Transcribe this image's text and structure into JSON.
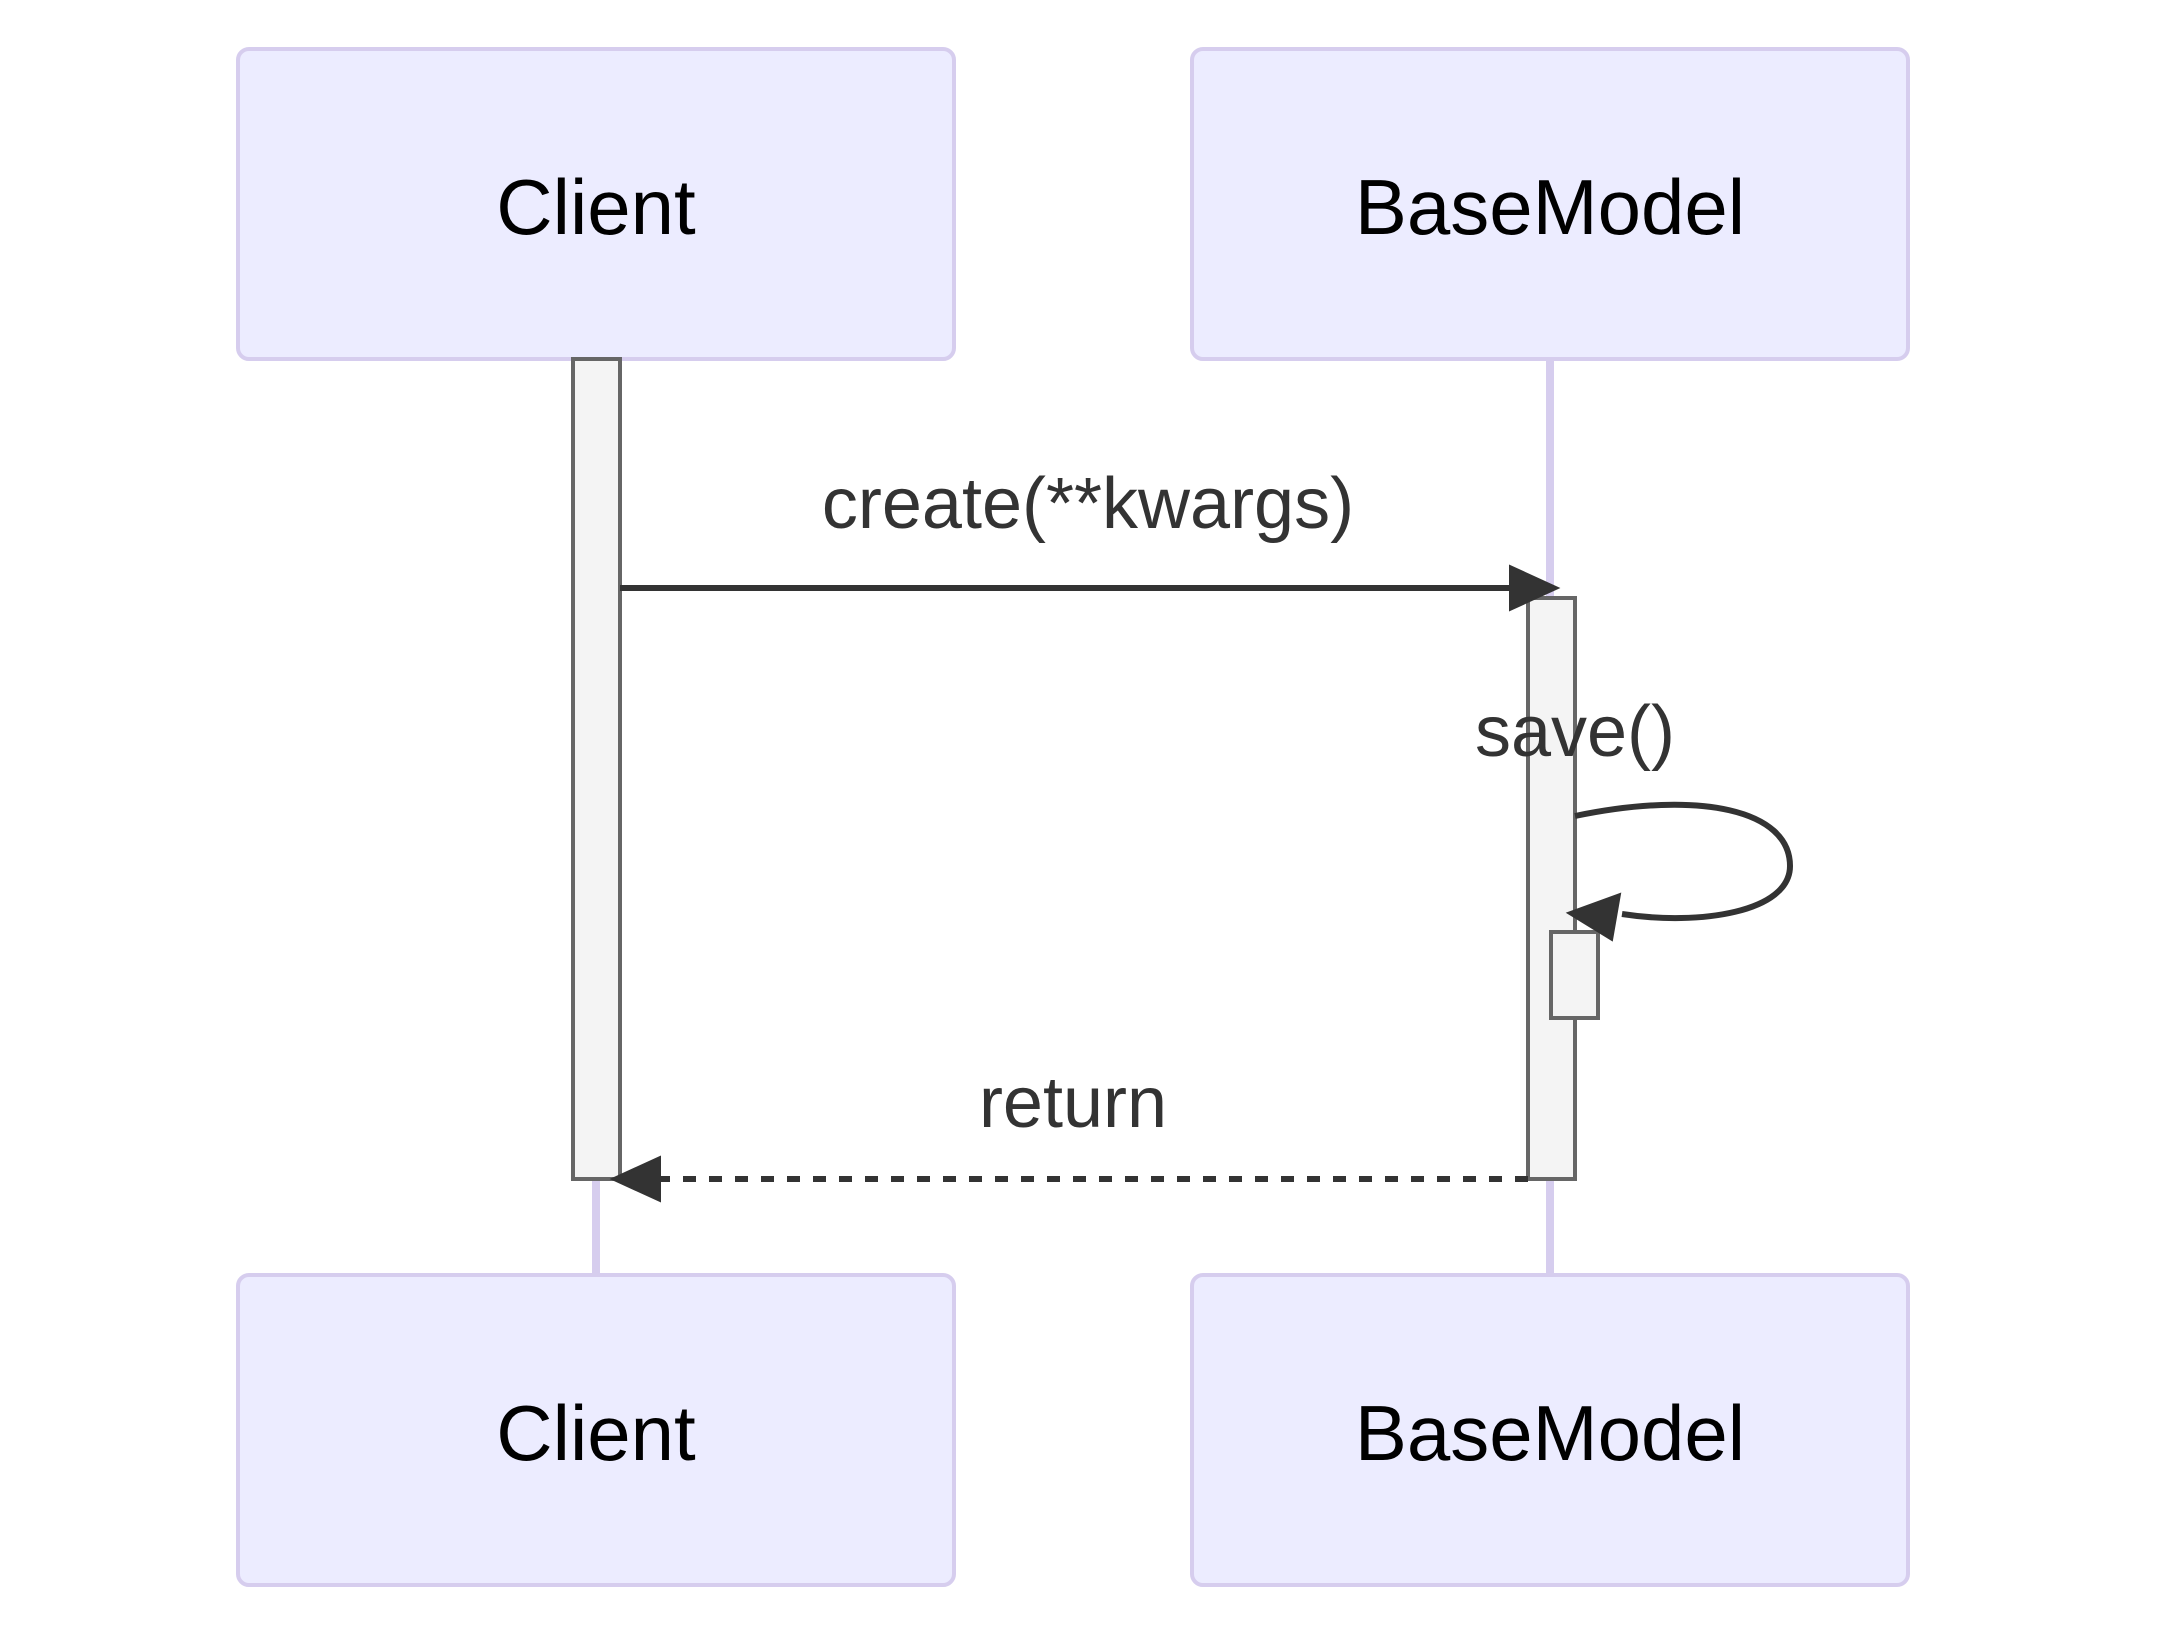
{
  "diagram": {
    "type": "sequence",
    "participants": [
      {
        "id": "client",
        "label": "Client"
      },
      {
        "id": "basemodel",
        "label": "BaseModel"
      }
    ],
    "messages": [
      {
        "from": "Client",
        "to": "BaseModel",
        "label": "create(**kwargs)",
        "style": "solid"
      },
      {
        "from": "BaseModel",
        "to": "BaseModel",
        "label": "save()",
        "style": "solid"
      },
      {
        "from": "BaseModel",
        "to": "Client",
        "label": "return",
        "style": "dashed"
      }
    ]
  },
  "colors": {
    "actor_fill": "#ECECFF",
    "actor_border": "#D6CDEE",
    "activation_fill": "#F4F4F4",
    "activation_border": "#666666",
    "message": "#333333"
  }
}
